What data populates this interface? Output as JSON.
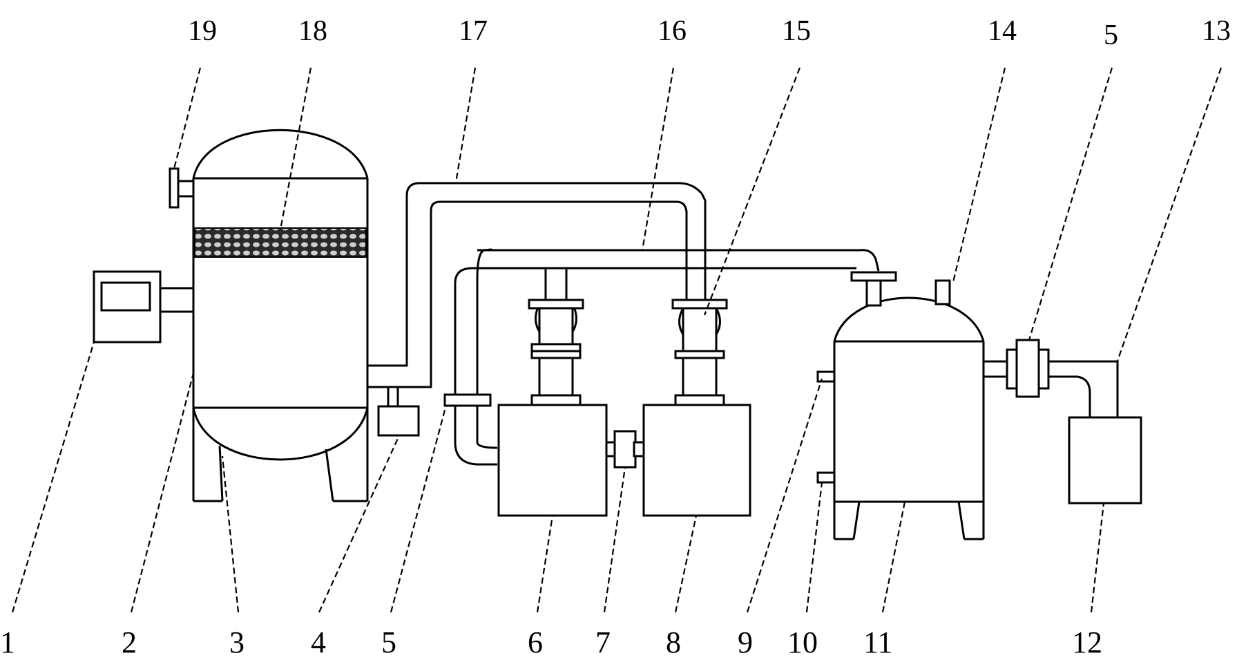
{
  "labels": {
    "l1": "1",
    "l2": "2",
    "l3": "3",
    "l4": "4",
    "l5a": "5",
    "l6": "6",
    "l7": "7",
    "l8": "8",
    "l9": "9",
    "l10": "10",
    "l11": "11",
    "l12": "12",
    "l13": "13",
    "l14": "14",
    "l5b": "5",
    "l15": "15",
    "l16": "16",
    "l17": "17",
    "l18": "18",
    "l19": "19"
  },
  "colors": {
    "line": "#000000",
    "background": "#ffffff",
    "filter_fill": "#555555"
  }
}
